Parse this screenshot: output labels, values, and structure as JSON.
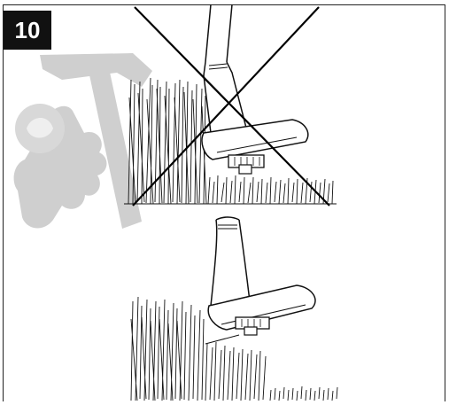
{
  "step": {
    "number": "10"
  },
  "figures": [
    {
      "id": "incorrect",
      "crossed_out": true
    },
    {
      "id": "correct",
      "crossed_out": false
    }
  ],
  "watermark": {
    "icon": "thumbs-up-hammer-watermark-icon",
    "color": "#c8c8c8"
  },
  "colors": {
    "ink": "#111111",
    "badge_bg": "#111111",
    "badge_text": "#ffffff"
  }
}
